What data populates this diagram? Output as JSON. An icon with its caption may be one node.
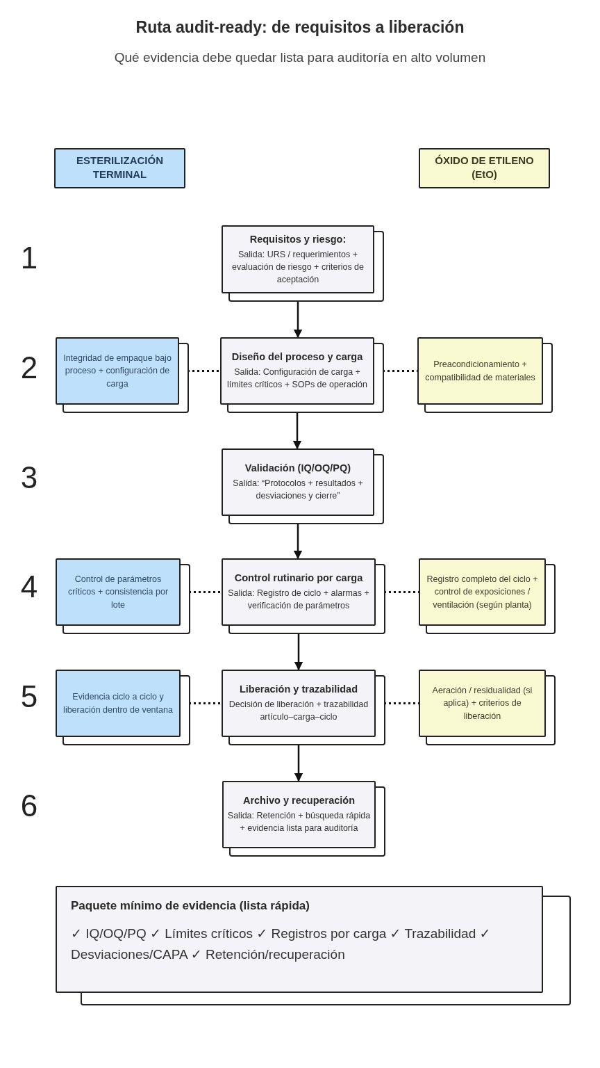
{
  "diagram": {
    "title": "Ruta audit-ready: de requisitos a liberación",
    "caption": "Qué evidencia debe quedar lista para auditoría en alto volumen",
    "nodes": [
      {
        "text": [
          "ESTERILIZACIÓN TERMINAL"
        ]
      },
      {
        "text": [
          "ÓXIDO DE ETILENO (EtO)"
        ]
      },
      {
        "text": [
          "Requisitos y riesgo:",
          "Salida: URS / requerimientos + evaluación de riesgo + criterios de aceptación"
        ]
      },
      {
        "text": [
          "Integridad de empaque bajo proceso + configuración de carga"
        ]
      },
      {
        "text": [
          "Diseño del proceso y carga",
          "Salida: Configuración de carga + límites críticos + SOPs de operación"
        ]
      },
      {
        "text": [
          "Preacondicionamiento + compatibilidad de materiales"
        ]
      },
      {
        "text": [
          "Validación (IQ/OQ/PQ)",
          "Salida: “Protocolos + resultados + desviaciones y cierre”"
        ]
      },
      {
        "text": [
          "Control de parámetros críticos + consistencia por lote"
        ]
      },
      {
        "text": [
          "Control rutinario por carga",
          "Salida: Registro de ciclo + alarmas + verificación de parámetros"
        ]
      },
      {
        "text": [
          "Registro completo del ciclo + control de exposiciones / ventilación (según planta)"
        ]
      },
      {
        "text": [
          "Evidencia ciclo a ciclo y liberación dentro de ventana"
        ]
      },
      {
        "text": [
          "Liberación y trazabilidad",
          "Decisión de liberación + trazabilidad artículo–carga–ciclo"
        ]
      },
      {
        "text": [
          "Aeración / residualidad (si aplica) + criterios de liberación"
        ]
      },
      {
        "text": [
          "Archivo y recuperación",
          "Salida: Retención + búsqueda rápida + evidencia lista para auditoría"
        ]
      },
      {
        "text": [
          "Paquete mínimo de evidencia (lista rápida)",
          "✓ IQ/OQ/PQ ✓ Límites críticos ✓ Registros por carga ✓ Trazabilidad ✓ Desviaciones/CAPA ✓ Retención/recuperación"
        ]
      }
    ],
    "edges": [
      {
        "from": 2,
        "to": 4,
        "arrow": "to"
      },
      {
        "from": 4,
        "to": 6,
        "arrow": "to"
      },
      {
        "from": 6,
        "to": 8,
        "arrow": "to"
      },
      {
        "from": 8,
        "to": 11,
        "arrow": "to"
      },
      {
        "from": 11,
        "to": 13,
        "arrow": "to"
      },
      {
        "from": 3,
        "to": 4,
        "arrow": "none",
        "style": "dashed"
      },
      {
        "from": 4,
        "to": 5,
        "arrow": "none",
        "style": "dashed"
      },
      {
        "from": 7,
        "to": 8,
        "arrow": "none",
        "style": "dashed"
      },
      {
        "from": 8,
        "to": 9,
        "arrow": "none",
        "style": "dashed"
      },
      {
        "from": 10,
        "to": 11,
        "arrow": "none",
        "style": "dashed"
      },
      {
        "from": 11,
        "to": 12,
        "arrow": "none",
        "style": "dashed"
      }
    ],
    "labels": [
      "1",
      "2",
      "3",
      "4",
      "5",
      "6"
    ]
  }
}
